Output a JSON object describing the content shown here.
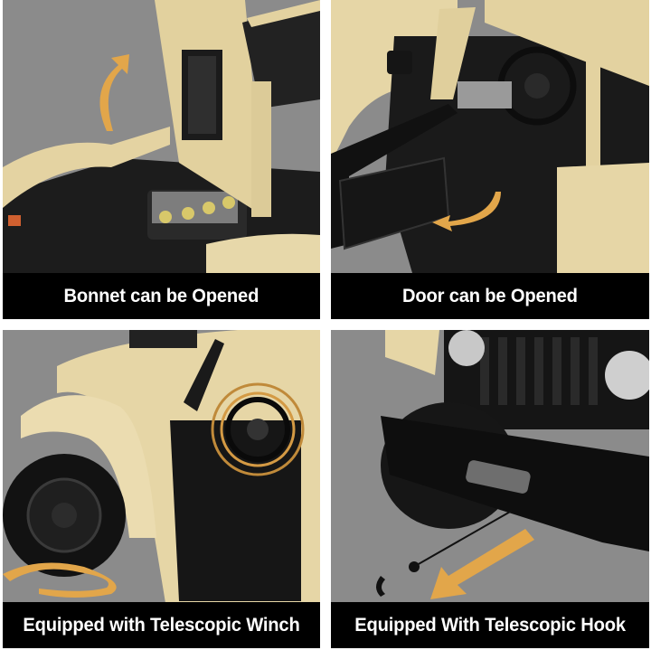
{
  "panels": [
    {
      "caption": "Bonnet can be Opened",
      "feature": "bonnet-open",
      "arrow": "curved-up"
    },
    {
      "caption": "Door can be Opened",
      "feature": "door-open",
      "arrow": "curved-swing"
    },
    {
      "caption": "Equipped with Telescopic Winch",
      "feature": "winch-steering-rings",
      "arrow": "rotate-wheel"
    },
    {
      "caption": "Equipped With Telescopic Hook",
      "feature": "tow-hook",
      "arrow": "diagonal-down-left"
    }
  ],
  "colors": {
    "background": "#888888",
    "caption_bg": "#000000",
    "caption_text": "#ffffff",
    "body_tan": "#e6d6a6",
    "accent_gold": "#e0a040",
    "parts_black": "#1a1a1a"
  }
}
